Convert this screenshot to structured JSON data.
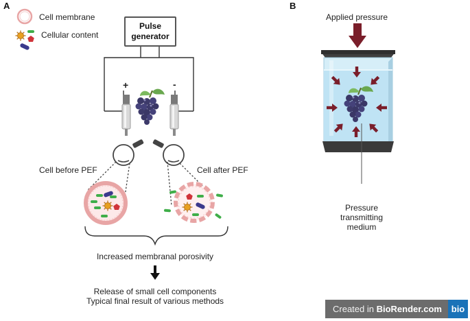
{
  "panels": {
    "a": "A",
    "b": "B"
  },
  "legend": {
    "membrane": "Cell membrane",
    "content": "Cellular content"
  },
  "pulse_generator": {
    "line1": "Pulse",
    "line2": "generator"
  },
  "electrodes": {
    "plus": "+",
    "minus": "-"
  },
  "cells": {
    "before": "Cell before PEF",
    "after": "Cell after PEF"
  },
  "captions": {
    "porosity": "Increased membranal porosivity",
    "release1": "Release of small cell components",
    "release2": "Typical final result of various methods"
  },
  "hpp": {
    "applied": "Applied pressure",
    "medium1": "Pressure",
    "medium2": "transmitting",
    "medium3": "medium"
  },
  "watermark": {
    "prefix": "Created in ",
    "brand": "BioRender.com",
    "logo": "bio"
  },
  "colors": {
    "membrane": "#e8a5a5",
    "pressure_arrow": "#7a1e2a",
    "grape": "#3d3a6a",
    "leaf": "#6aa84f",
    "green_particle": "#3fae49",
    "virus": "#e8a020",
    "pentagon": "#d0343a",
    "rod": "#3b3a8c",
    "water": "#bfe3f4",
    "biorender_logo": "#1a73b8"
  }
}
